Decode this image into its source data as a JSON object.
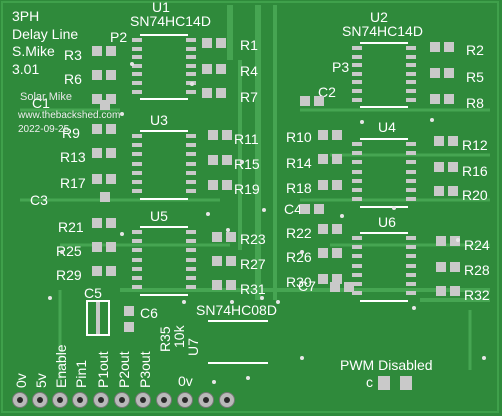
{
  "board": {
    "title_lines": [
      "3PH",
      "Delay  Line",
      "S.Mike",
      "3.01"
    ],
    "credit": "Solar Mike",
    "website": "www.thebackshed.com",
    "date": "2022-09-25",
    "pwm_label": "PWM  Disabled",
    "pwm_pin_label": "c",
    "chip_labels": {
      "u1": "U1",
      "u1_part": "SN74HC14D",
      "u2": "U2",
      "u2_part": "SN74HC14D",
      "u3": "U3",
      "u4": "U4",
      "u5": "U5",
      "u6": "U6",
      "u7": "U7",
      "u7_part": "SN74HC08D"
    },
    "connectors": {
      "p2": "P2",
      "p3": "P3"
    },
    "caps": {
      "c1": "C1",
      "c2": "C2",
      "c3": "C3",
      "c4": "C4",
      "c5": "C5",
      "c6": "C6",
      "c7": "C7"
    },
    "resistors_left": [
      "R3",
      "R6",
      "R9",
      "R13",
      "R17",
      "R21",
      "R25",
      "R29"
    ],
    "resistors_mid": [
      "R1",
      "R4",
      "R7",
      "R11",
      "R15",
      "R19",
      "R23",
      "R27",
      "R31"
    ],
    "resistors_right": [
      "R2",
      "R5",
      "R8",
      "R12",
      "R16",
      "R20",
      "R24",
      "R28",
      "R32"
    ],
    "resistors_center": [
      "R10",
      "R14",
      "R18",
      "R22",
      "R26",
      "R30"
    ],
    "r35": "R35",
    "r35_val": "10k",
    "header_labels": [
      "0v",
      "5v",
      "Enable",
      "Pin1",
      "P1out",
      "P2out",
      "P3out",
      "0v"
    ]
  }
}
